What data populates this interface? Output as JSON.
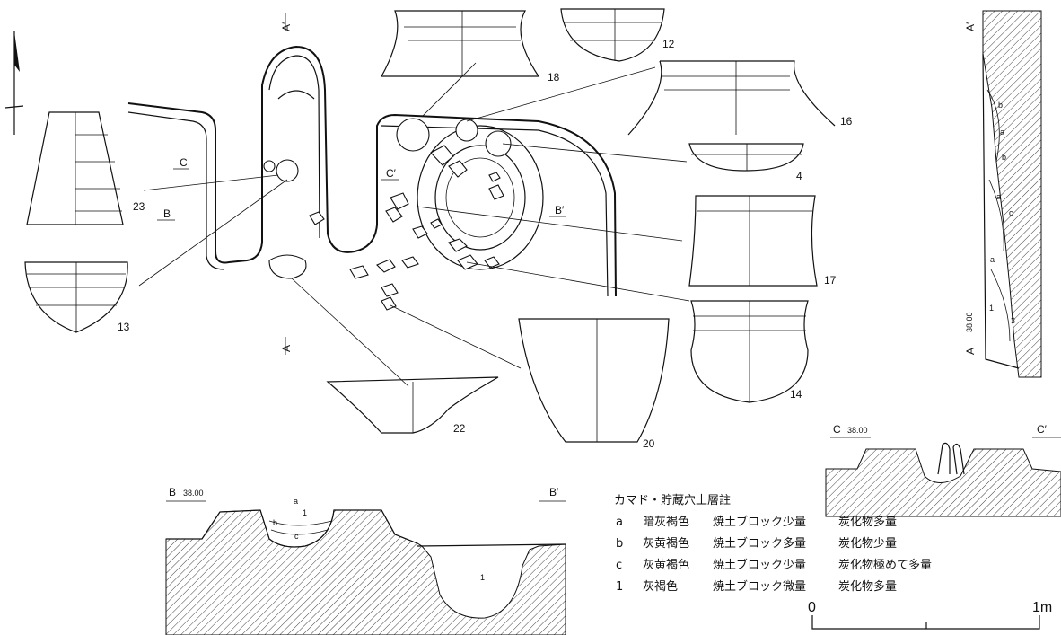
{
  "section_markers": {
    "a_prime_top": "A′",
    "a_bottom": "A",
    "b": "B",
    "b_prime": "B′",
    "c": "C",
    "c_prime": "C′",
    "a_prime_profile": "A′",
    "a_profile": "A",
    "elevation_a": "38.00",
    "b_profile": "B",
    "elevation_b": "38.00",
    "b_prime_profile": "B′",
    "c_profile": "C",
    "elevation_c": "38.00",
    "c_prime_profile": "C′"
  },
  "pottery_numbers": [
    "23",
    "13",
    "18",
    "12",
    "16",
    "4",
    "17",
    "14",
    "22",
    "20"
  ],
  "layer_letters": {
    "b_a": "a",
    "b_b": "b",
    "b_c": "c",
    "b_1": "1",
    "b_1b": "1",
    "a_b1": "b",
    "a_a1": "a",
    "a_b2": "b",
    "a_a2": "a",
    "a_c": "c",
    "a_a3": "a",
    "a_1": "1",
    "a_3": "3"
  },
  "legend": {
    "title": "カマド・貯蔵穴土層註",
    "rows": [
      {
        "code": "a",
        "color": "暗灰褐色",
        "burnt_soil": "焼土ブロック少量",
        "charcoal": "炭化物多量"
      },
      {
        "code": "b",
        "color": "灰黄褐色",
        "burnt_soil": "焼土ブロック多量",
        "charcoal": "炭化物少量"
      },
      {
        "code": "c",
        "color": "灰黄褐色",
        "burnt_soil": "焼土ブロック少量",
        "charcoal": "炭化物極めて多量"
      },
      {
        "code": "1",
        "color": "灰褐色",
        "burnt_soil": "焼土ブロック微量",
        "charcoal": "炭化物多量"
      }
    ]
  },
  "scale": {
    "zero": "0",
    "one": "1m"
  }
}
